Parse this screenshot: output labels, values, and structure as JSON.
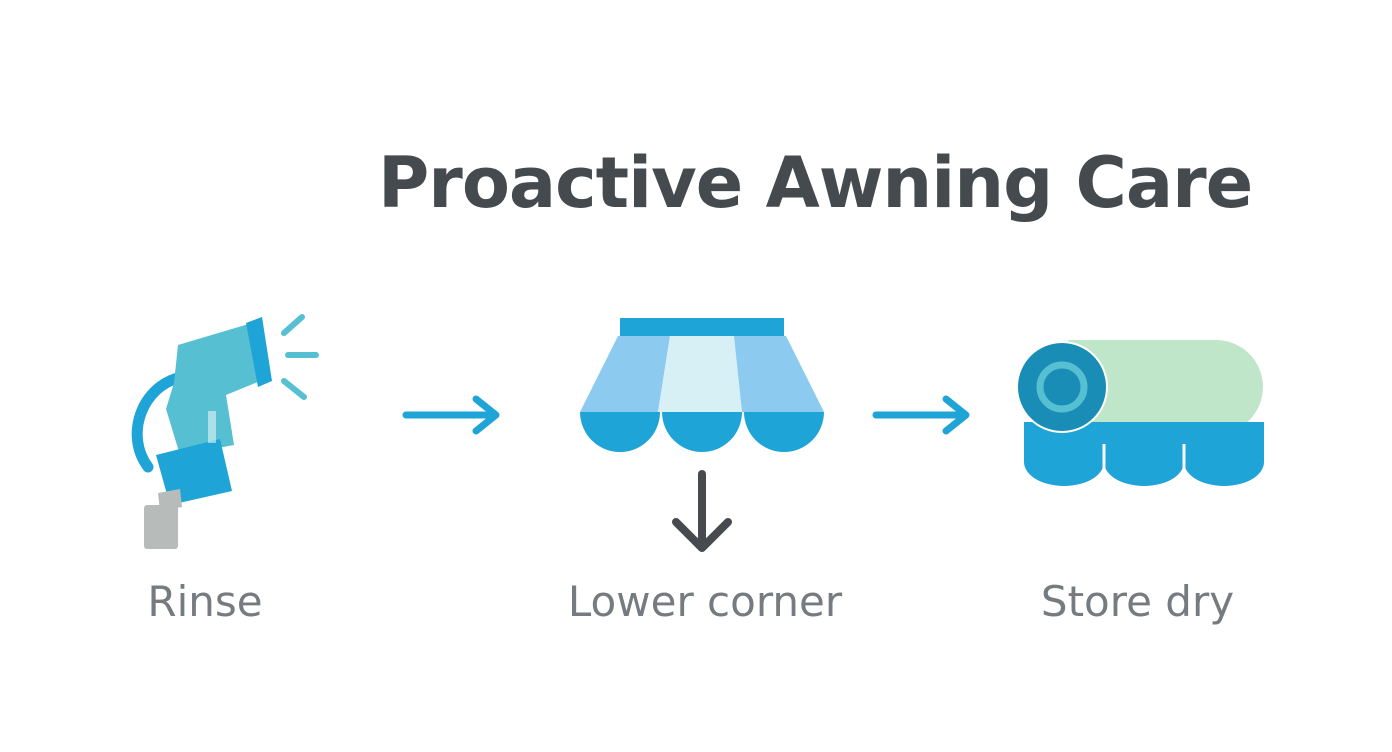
{
  "title": "Proactive Awning Care",
  "steps": [
    {
      "label": "Rinse",
      "icon": "hose-nozzle-icon"
    },
    {
      "label": "Lower corner",
      "icon": "awning-icon"
    },
    {
      "label": "Store dry",
      "icon": "rolled-awning-icon"
    }
  ],
  "connectors": [
    "arrow-right-icon",
    "arrow-right-icon"
  ],
  "indicator": "arrow-down-icon",
  "colors": {
    "title": "#454a4e",
    "label": "#767b7f",
    "blue": "#1ea4d6",
    "teal": "#56c0d2",
    "light_blue": "#8ccaf0",
    "pale_blue": "#d6f0f6",
    "mint": "#bfe6c9",
    "grey": "#b7bcbb",
    "dark_arrow": "#474b4f"
  }
}
